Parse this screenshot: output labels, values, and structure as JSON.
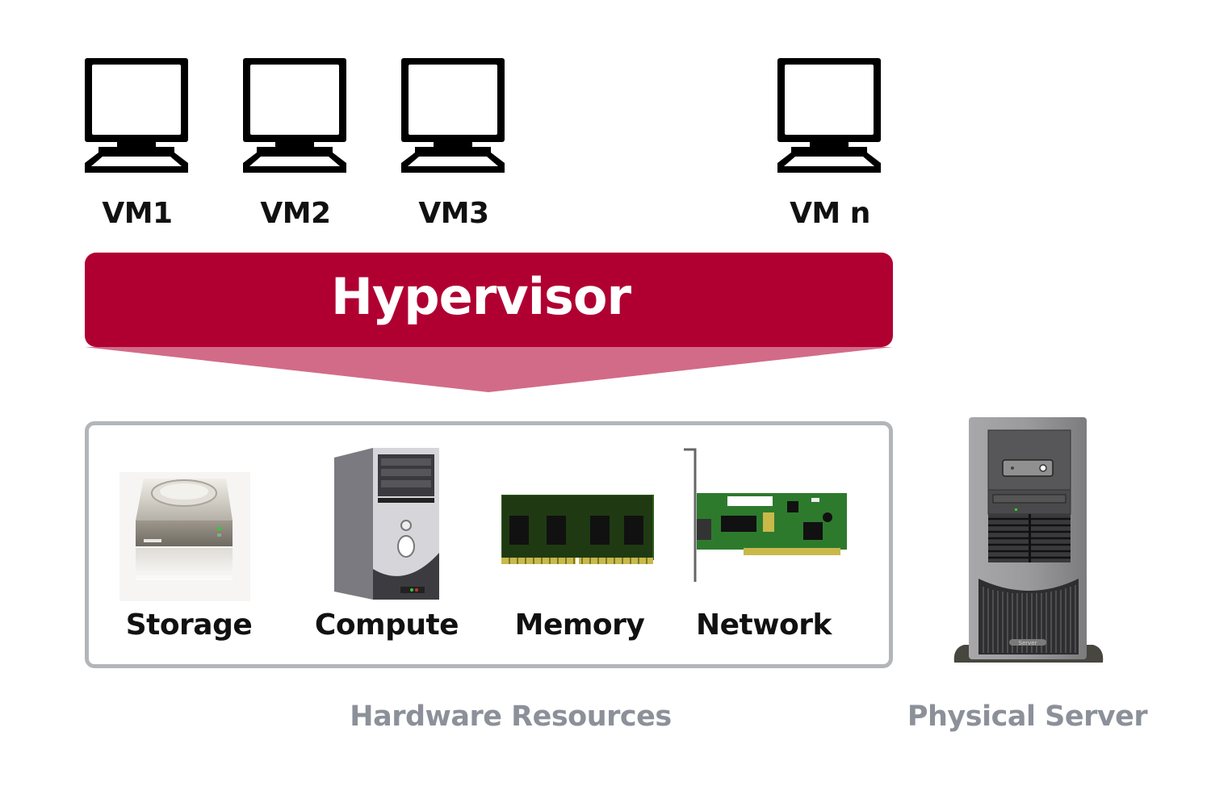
{
  "vms": [
    {
      "label": "VM1"
    },
    {
      "label": "VM2"
    },
    {
      "label": "VM3"
    },
    {
      "label": "VM n"
    }
  ],
  "hypervisor": {
    "label": "Hypervisor",
    "color": "#b00032",
    "funnel_color": "#d26b88"
  },
  "resources": [
    {
      "label": "Storage",
      "icon": "hard-drive-icon"
    },
    {
      "label": "Compute",
      "icon": "computer-tower-icon"
    },
    {
      "label": "Memory",
      "icon": "ram-module-icon"
    },
    {
      "label": "Network",
      "icon": "network-card-icon"
    }
  ],
  "captions": {
    "hardware": "Hardware Resources",
    "server": "Physical Server",
    "server_badge": "Server"
  }
}
